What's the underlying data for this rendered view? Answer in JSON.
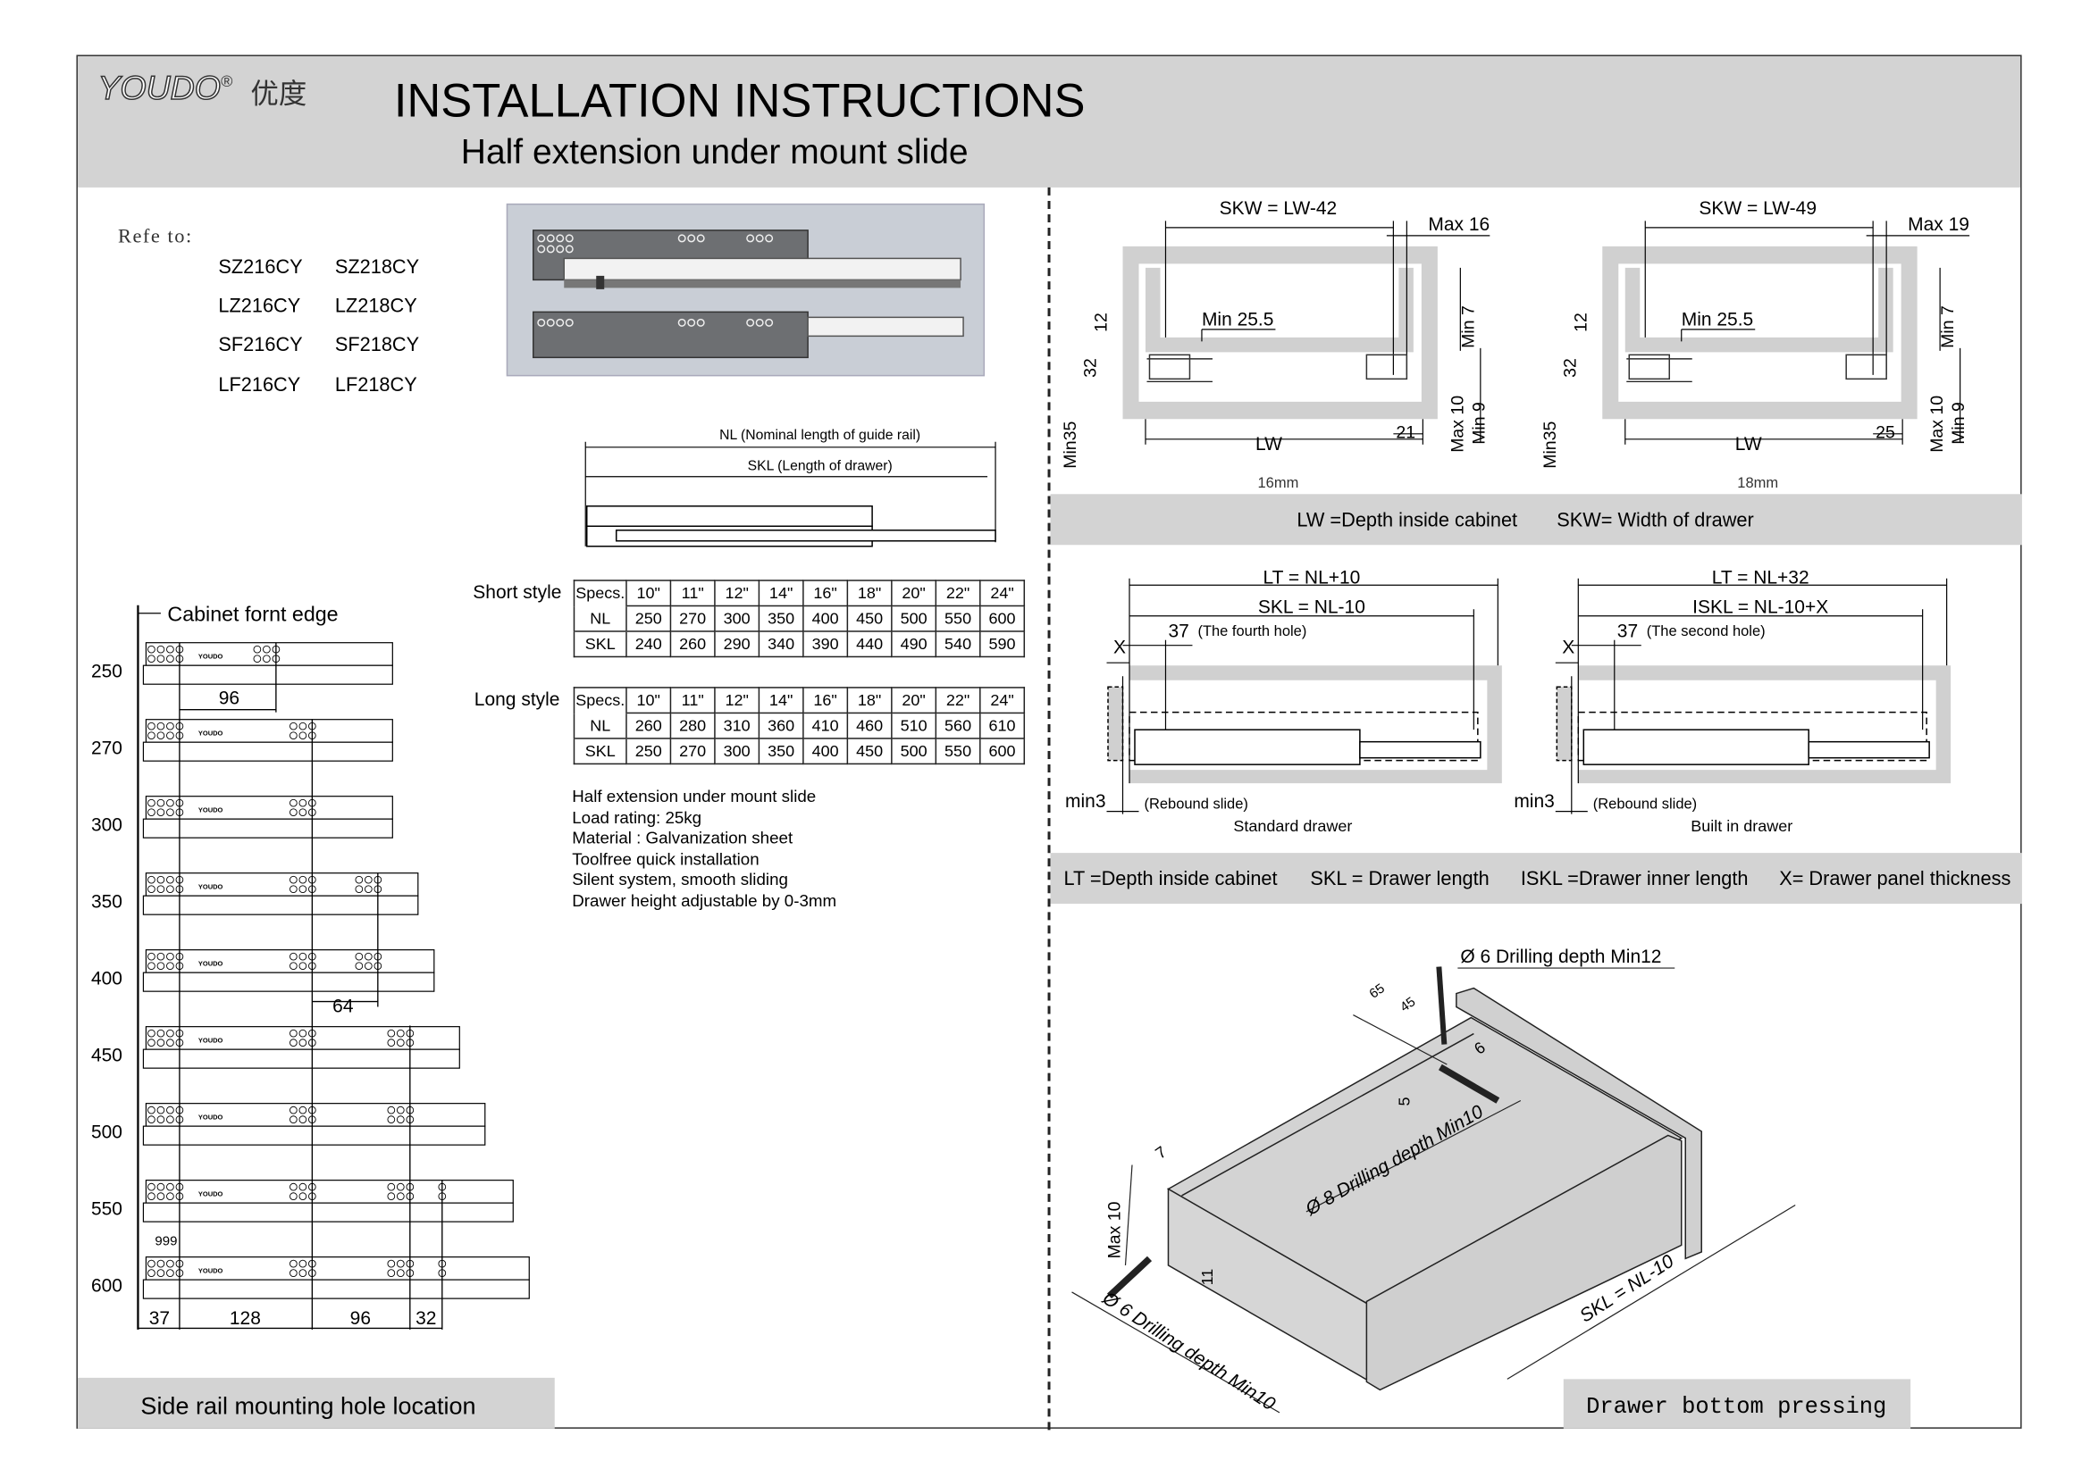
{
  "header": {
    "logo": "YOUDO",
    "logo_reg": "®",
    "logo_cn": "优度",
    "title": "INSTALLATION INSTRUCTIONS",
    "subtitle": "Half extension under mount slide"
  },
  "refer": {
    "label": "Refe to:",
    "models": [
      [
        "SZ216CY",
        "SZ218CY"
      ],
      [
        "LZ216CY",
        "LZ218CY"
      ],
      [
        "SF216CY",
        "SF218CY"
      ],
      [
        "LF216CY",
        "LF218CY"
      ]
    ]
  },
  "rail_diagram": {
    "nl_label": "NL (Nominal length of guide rail)",
    "skl_label": "SKL (Length of drawer)"
  },
  "short_table": {
    "label": "Short style",
    "row_headers": [
      "Specs.",
      "NL",
      "SKL"
    ],
    "specs": [
      "10\"",
      "11\"",
      "12\"",
      "14\"",
      "16\"",
      "18\"",
      "20\"",
      "22\"",
      "24\""
    ],
    "nl": [
      "250",
      "270",
      "300",
      "350",
      "400",
      "450",
      "500",
      "550",
      "600"
    ],
    "skl": [
      "240",
      "260",
      "290",
      "340",
      "390",
      "440",
      "490",
      "540",
      "590"
    ]
  },
  "long_table": {
    "label": "Long style",
    "row_headers": [
      "Specs.",
      "NL",
      "SKL"
    ],
    "specs": [
      "10\"",
      "11\"",
      "12\"",
      "14\"",
      "16\"",
      "18\"",
      "20\"",
      "22\"",
      "24\""
    ],
    "nl": [
      "260",
      "280",
      "310",
      "360",
      "410",
      "460",
      "510",
      "560",
      "610"
    ],
    "skl": [
      "250",
      "270",
      "300",
      "350",
      "400",
      "450",
      "500",
      "550",
      "600"
    ]
  },
  "features": [
    "Half extension under mount slide",
    "Load rating: 25kg",
    "Material : Galvanization sheet",
    "Toolfree quick installation",
    "Silent system, smooth sliding",
    "Drawer height adjustable by 0-3mm"
  ],
  "side_rail": {
    "edge_label": "Cabinet fornt edge",
    "lengths": [
      "250",
      "270",
      "300",
      "350",
      "400",
      "450",
      "500",
      "550",
      "600"
    ],
    "rail_brand": "YOUDO",
    "dim_96_top": "96",
    "dim_64": "64",
    "dim_999": "999",
    "bottom_dims": [
      "37",
      "128",
      "96",
      "32"
    ],
    "section_label": "Side rail mounting hole location"
  },
  "cross_sections": [
    {
      "skw": "SKW = LW-42",
      "max": "Max 16",
      "min255": "Min 25.5",
      "d12": "12",
      "d32": "32",
      "min35": "Min35",
      "lw": "LW",
      "side": "21",
      "min7": "Min 7",
      "max10": "Max 10",
      "min9": "Min 9",
      "thickness": "16mm"
    },
    {
      "skw": "SKW = LW-49",
      "max": "Max 19",
      "min255": "Min 25.5",
      "d12": "12",
      "d32": "32",
      "min35": "Min35",
      "lw": "LW",
      "side": "25",
      "min7": "Min 7",
      "max10": "Max 10",
      "min9": "Min 9",
      "thickness": "18mm"
    }
  ],
  "band1": {
    "lw": "LW =Depth inside cabinet",
    "skw": "SKW= Width of drawer"
  },
  "side_views": [
    {
      "lt": "LT = NL+10",
      "skl": "SKL = NL-10",
      "hole_num": "37",
      "hole": "(The fourth hole)",
      "x": "X",
      "min3": "min3",
      "rebound": "(Rebound slide)",
      "caption": "Standard drawer"
    },
    {
      "lt": "LT = NL+32",
      "skl": "ISKL = NL-10+X",
      "hole_num": "37",
      "hole": "(The second hole)",
      "x": "X",
      "min3": "min3",
      "rebound": "(Rebound slide)",
      "caption": "Built in drawer"
    }
  ],
  "band2": {
    "lt": "LT =Depth inside cabinet",
    "skl": "SKL = Drawer length",
    "iskl": "ISKL =Drawer inner length",
    "x": "X= Drawer panel thickness"
  },
  "iso": {
    "top_drill": "Ø 6 Drilling depth  Min12",
    "d65": "65",
    "d45": "45",
    "d6": "6",
    "d5": "5",
    "d7": "7",
    "d11": "11",
    "max10": "Max 10",
    "mid_drill": "Ø 8 Drilling depth  Min10",
    "front_drill": "Ø 6 Drilling depth  Min10",
    "skl": "SKL = NL-10",
    "label": "Drawer bottom pressing"
  },
  "colors": {
    "band": "#d3d3d3",
    "panel": "#d0d0d0",
    "photo_bg": "#c9ced6"
  }
}
